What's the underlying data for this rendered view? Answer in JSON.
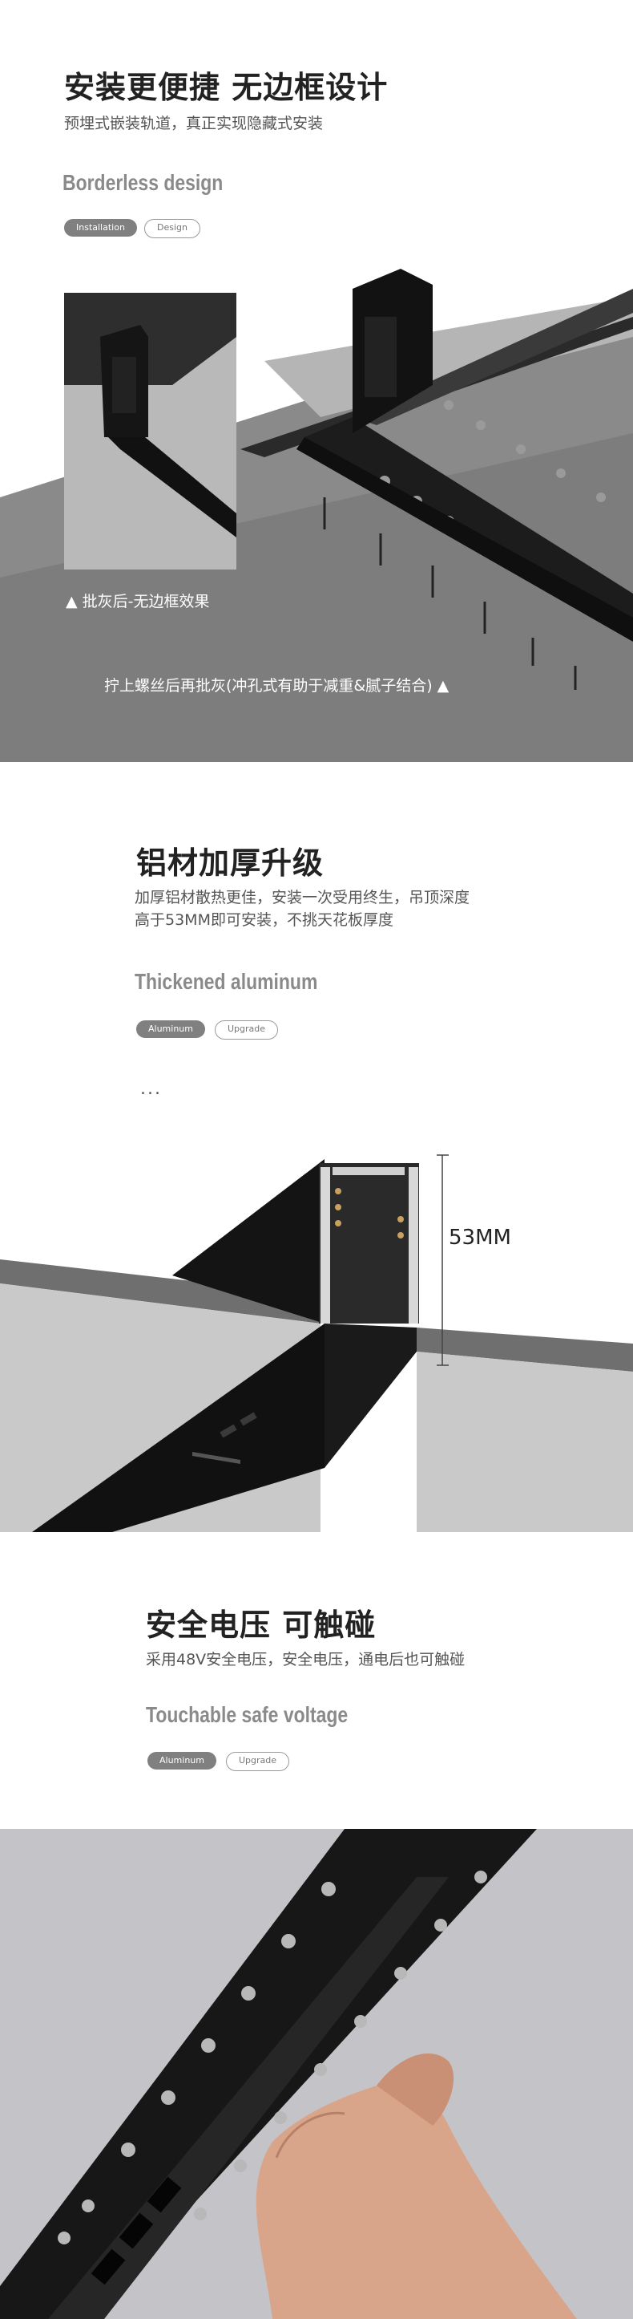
{
  "section1": {
    "title": "安装更便捷  无边框设计",
    "subtitle": "预埋式嵌装轨道，真正实现隐藏式安装",
    "en_title": "Borderless design",
    "tags": [
      "Installation",
      "Design"
    ],
    "caption_effect": "▲ 批灰后-无边框效果",
    "caption_screw": "拧上螺丝后再批灰(冲孔式有助于减重&腻子结合) ▲"
  },
  "section2": {
    "title": "铝材加厚升级",
    "subtitle_line1": "加厚铝材散热更佳，安装一次受用终生，吊顶深度",
    "subtitle_line2": "高于53MM即可安装，不挑天花板厚度",
    "en_title": "Thickened aluminum",
    "tags": [
      "Aluminum",
      "Upgrade"
    ],
    "ellipsis": "...",
    "dimension_label": "53MM"
  },
  "section3": {
    "title": "安全电压  可触碰",
    "subtitle": "采用48V安全电压，安全电压，通电后也可触碰",
    "en_title": "Touchable safe voltage",
    "tags": [
      "Aluminum",
      "Upgrade"
    ]
  },
  "colors": {
    "ceiling_dark": "#7f7f7f",
    "ceiling_light": "#c9c9c9",
    "wall_gray": "#9a9a9a",
    "track_black": "#151515",
    "tag_fill": "#808080"
  }
}
